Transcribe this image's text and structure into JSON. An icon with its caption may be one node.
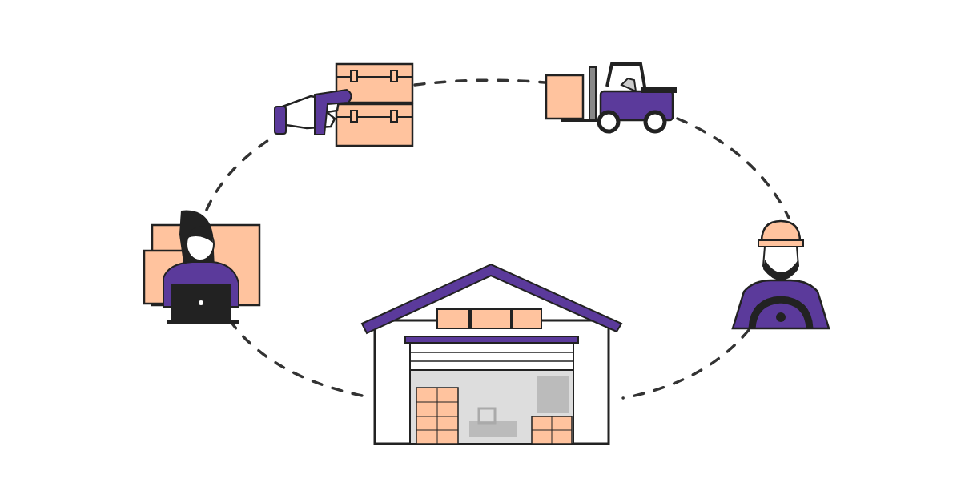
{
  "diagram": {
    "nodes": [
      {
        "text": [],
        "shape": "picture"
      },
      {
        "text": [],
        "shape": "picture"
      },
      {
        "text": [],
        "shape": "picture"
      },
      {
        "text": [],
        "shape": "picture"
      },
      {
        "text": [],
        "shape": "picture"
      }
    ],
    "edges": [
      {
        "from": 2,
        "to": 0,
        "arrow": "none",
        "style": "dashed"
      },
      {
        "from": 0,
        "to": 1,
        "arrow": "none",
        "style": "dashed"
      },
      {
        "from": 1,
        "to": 3,
        "arrow": "none",
        "style": "dashed"
      },
      {
        "from": 3,
        "to": 4,
        "arrow": "none",
        "style": "dashed"
      },
      {
        "from": 4,
        "to": 2,
        "arrow": "none",
        "style": "dashed"
      }
    ]
  }
}
